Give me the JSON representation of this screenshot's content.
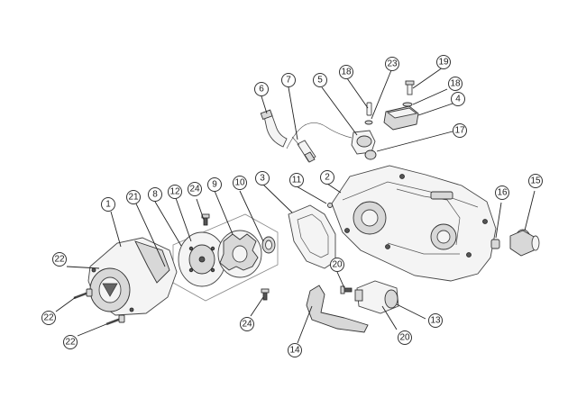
{
  "diagram": {
    "callouts": [
      {
        "id": "c6",
        "label": "6"
      },
      {
        "id": "c7",
        "label": "7"
      },
      {
        "id": "c5",
        "label": "5"
      },
      {
        "id": "c18a",
        "label": "18"
      },
      {
        "id": "c23",
        "label": "23"
      },
      {
        "id": "c19",
        "label": "19"
      },
      {
        "id": "c18b",
        "label": "18"
      },
      {
        "id": "c4",
        "label": "4"
      },
      {
        "id": "c17",
        "label": "17"
      },
      {
        "id": "c1",
        "label": "1"
      },
      {
        "id": "c21",
        "label": "21"
      },
      {
        "id": "c8",
        "label": "8"
      },
      {
        "id": "c12",
        "label": "12"
      },
      {
        "id": "c24a",
        "label": "24"
      },
      {
        "id": "c9",
        "label": "9"
      },
      {
        "id": "c10",
        "label": "10"
      },
      {
        "id": "c3",
        "label": "3"
      },
      {
        "id": "c11",
        "label": "11"
      },
      {
        "id": "c2",
        "label": "2"
      },
      {
        "id": "c16",
        "label": "16"
      },
      {
        "id": "c15",
        "label": "15"
      },
      {
        "id": "c22a",
        "label": "22"
      },
      {
        "id": "c22b",
        "label": "22"
      },
      {
        "id": "c22c",
        "label": "22"
      },
      {
        "id": "c24b",
        "label": "24"
      },
      {
        "id": "c20a",
        "label": "20"
      },
      {
        "id": "c20b",
        "label": "20"
      },
      {
        "id": "c13",
        "label": "13"
      },
      {
        "id": "c14",
        "label": "14"
      }
    ]
  }
}
